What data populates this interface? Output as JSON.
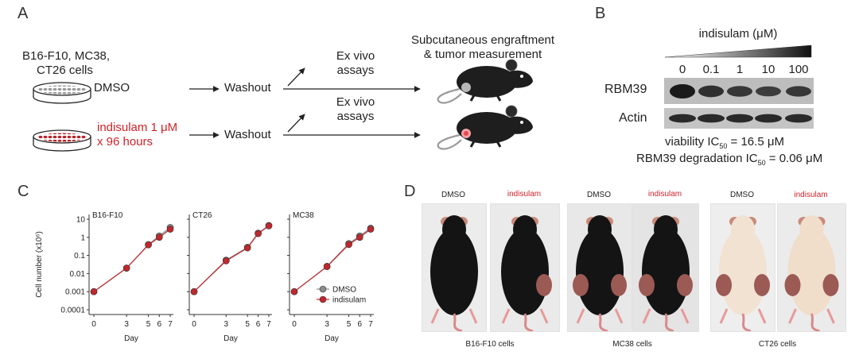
{
  "panels": {
    "a": "A",
    "b": "B",
    "c": "C",
    "d": "D"
  },
  "panel_a": {
    "cell_lines": [
      "B16-F10, MC38,",
      "CT26 cells"
    ],
    "dmso": "DMSO",
    "treatment": [
      "indisulam 1 μM",
      "x 96 hours"
    ],
    "washout": "Washout",
    "ex_vivo": [
      "Ex vivo",
      "assays"
    ],
    "engraft": [
      "Subcutaneous engraftment",
      "& tumor measurement"
    ],
    "colors": {
      "red": "#d2232a",
      "mouse": "#1e1e1e"
    }
  },
  "panel_b": {
    "title": "indisulam (μM)",
    "doses": [
      "0",
      "0.1",
      "1",
      "10",
      "100"
    ],
    "rows": [
      "RBM39",
      "Actin"
    ],
    "viability": "viability IC",
    "viability_sub": "50",
    "viability_val": " = 16.5 μM",
    "degradation": "RBM39 degradation IC",
    "degradation_sub": "50",
    "degradation_val": " = 0.06 μM",
    "rbm39_intensity": [
      1.0,
      0.72,
      0.62,
      0.55,
      0.6
    ],
    "actin_intensity": [
      0.9,
      0.9,
      0.9,
      0.9,
      0.9
    ]
  },
  "chart_data": [
    {
      "type": "line",
      "title": "B16-F10",
      "xlabel": "Day",
      "ylabel": "Cell number (x10⁶)",
      "yscale": "log",
      "ylim": [
        0.0001,
        10
      ],
      "x": [
        0,
        3,
        5,
        6,
        7
      ],
      "xticks": [
        "0",
        "3",
        "5",
        "6",
        "7"
      ],
      "yticks": [
        "10",
        "1",
        "0.1",
        "0.01",
        "0.001",
        "0.0001"
      ],
      "series": [
        {
          "name": "DMSO",
          "values": [
            0.001,
            0.02,
            0.4,
            1.2,
            3.5
          ]
        },
        {
          "name": "indisulam",
          "values": [
            0.001,
            0.02,
            0.38,
            1.0,
            2.8
          ]
        }
      ]
    },
    {
      "type": "line",
      "title": "CT26",
      "xlabel": "Day",
      "x": [
        0,
        3,
        5,
        6,
        7
      ],
      "xticks": [
        "0",
        "3",
        "5",
        "6",
        "7"
      ],
      "yscale": "log",
      "ylim": [
        0.0001,
        10
      ],
      "series": [
        {
          "name": "DMSO",
          "values": [
            0.001,
            0.055,
            0.28,
            1.7,
            4.5
          ]
        },
        {
          "name": "indisulam",
          "values": [
            0.001,
            0.05,
            0.26,
            1.6,
            4.3
          ]
        }
      ]
    },
    {
      "type": "line",
      "title": "MC38",
      "xlabel": "Day",
      "x": [
        0,
        3,
        5,
        6,
        7
      ],
      "xticks": [
        "0",
        "3",
        "5",
        "6",
        "7"
      ],
      "yscale": "log",
      "ylim": [
        0.0001,
        10
      ],
      "legend": [
        "DMSO",
        "indisulam"
      ],
      "series": [
        {
          "name": "DMSO",
          "values": [
            0.001,
            0.025,
            0.45,
            1.2,
            3.2
          ]
        },
        {
          "name": "indisulam",
          "values": [
            0.001,
            0.024,
            0.4,
            1.0,
            2.8
          ]
        }
      ]
    }
  ],
  "chart_colors": {
    "dmso": "#8c8c8c",
    "indisulam": "#c0282d"
  },
  "panel_d": {
    "labels": [
      "DMSO",
      "indisulam",
      "DMSO",
      "indisulam",
      "DMSO",
      "indisulam"
    ],
    "captions": [
      "B16-F10 cells",
      "MC38 cells",
      "CT26 cells"
    ],
    "label_colors": {
      "dmso": "#222222",
      "indisulam": "#d2232a"
    }
  }
}
